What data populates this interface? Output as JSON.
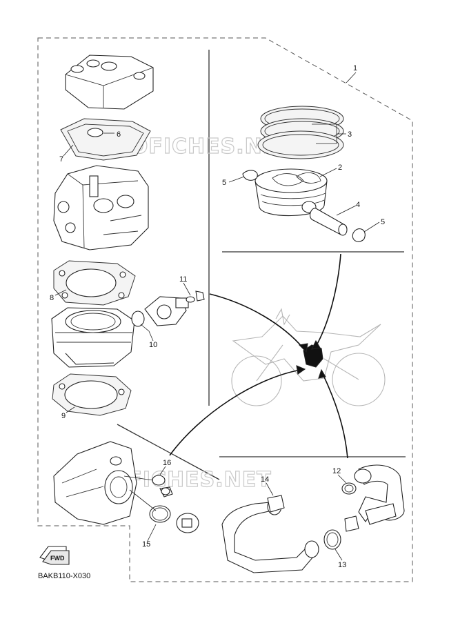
{
  "diagram": {
    "watermark": "MOTOFICHES.NET",
    "diagram_code": "BAKB110-X030",
    "fwd_label": "FWD",
    "callouts": [
      {
        "id": "c1",
        "label": "1"
      },
      {
        "id": "c2",
        "label": "2"
      },
      {
        "id": "c3",
        "label": "3"
      },
      {
        "id": "c4",
        "label": "4"
      },
      {
        "id": "c5a",
        "label": "5"
      },
      {
        "id": "c5b",
        "label": "5"
      },
      {
        "id": "c6",
        "label": "6"
      },
      {
        "id": "c7",
        "label": "7"
      },
      {
        "id": "c8",
        "label": "8"
      },
      {
        "id": "c9",
        "label": "9"
      },
      {
        "id": "c10",
        "label": "10"
      },
      {
        "id": "c11",
        "label": "11"
      },
      {
        "id": "c12",
        "label": "12"
      },
      {
        "id": "c13",
        "label": "13"
      },
      {
        "id": "c14",
        "label": "14"
      },
      {
        "id": "c15",
        "label": "15"
      },
      {
        "id": "c16",
        "label": "16"
      }
    ]
  }
}
